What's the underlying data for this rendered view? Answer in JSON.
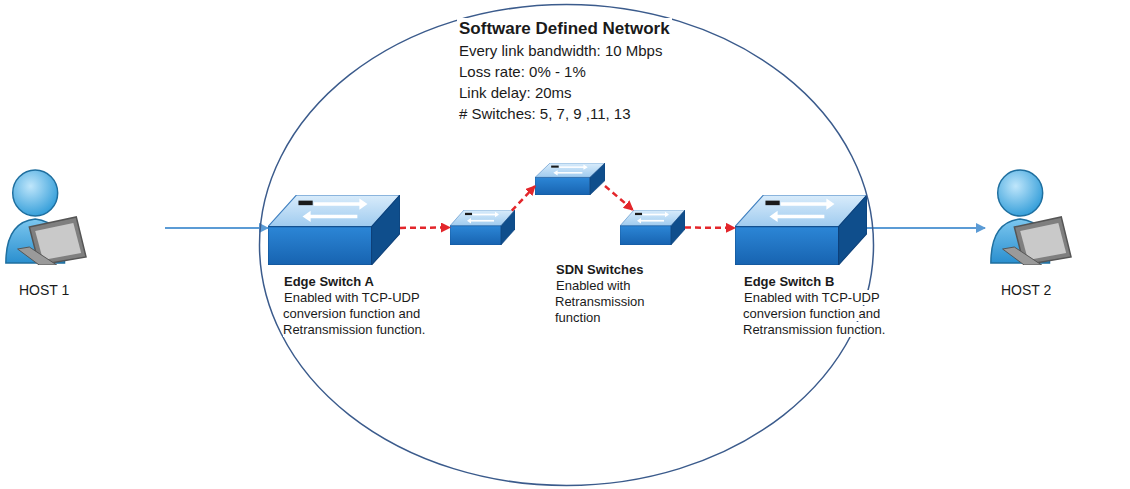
{
  "diagram": {
    "nodes": [
      {
        "text": [
          "HOST 1"
        ]
      },
      {
        "text": [
          "Software Defined Network",
          "Every link bandwidth: 10 Mbps",
          "Loss rate: 0% - 1%",
          "Link delay: 20ms",
          "# Switches: 5, 7, 9 ,11, 13"
        ]
      },
      {
        "text": [
          "Edge Switch A",
          "Enabled with TCP-UDP conversion function and Retransmission function."
        ],
        "in": 1
      },
      {
        "text": [],
        "in": 1
      },
      {
        "text": [
          "SDN Switches",
          "Enabled with Retransmission function"
        ],
        "in": 1
      },
      {
        "text": [],
        "in": 1
      },
      {
        "text": [
          "Edge Switch B",
          "Enabled with TCP-UDP conversion function and Retransmission function."
        ],
        "in": 1
      },
      {
        "text": [
          "HOST 2"
        ]
      }
    ],
    "edges": [
      {
        "from": 0,
        "to": 2,
        "arrow": "to"
      },
      {
        "from": 2,
        "to": 3,
        "arrow": "to"
      },
      {
        "from": 3,
        "to": 4,
        "arrow": "to"
      },
      {
        "from": 4,
        "to": 5,
        "arrow": "to"
      },
      {
        "from": 5,
        "to": 6,
        "arrow": "to"
      },
      {
        "from": 6,
        "to": 7,
        "arrow": "to"
      }
    ]
  }
}
